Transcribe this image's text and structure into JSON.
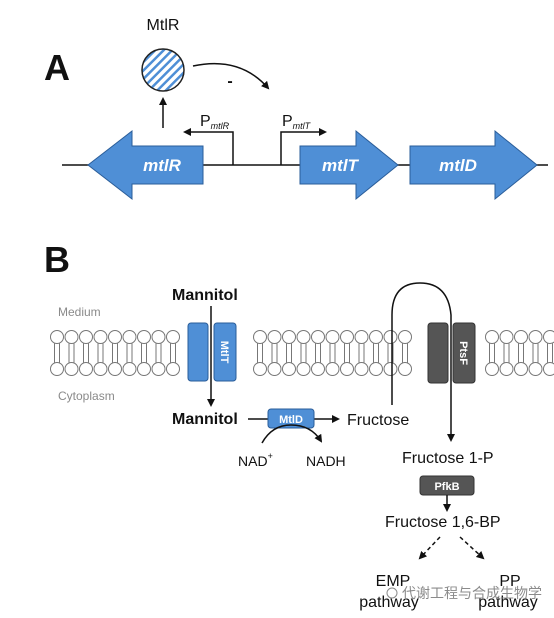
{
  "panel_a": {
    "label": "A",
    "regulator": "MtlR",
    "repression_sign": "-",
    "promoter_mtlR": {
      "base": "P",
      "sub": "mtlR"
    },
    "promoter_mtlT": {
      "base": "P",
      "sub": "mtlT"
    },
    "genes": [
      "mtlR",
      "mtlT",
      "mtlD"
    ]
  },
  "panel_b": {
    "label": "B",
    "medium": "Medium",
    "cytoplasm": "Cytoplasm",
    "mannitol_out": "Mannitol",
    "mannitol_in": "Mannitol",
    "mtlT": "MtlT",
    "ptsF": "PtsF",
    "mtlD": "MtlD",
    "fructose": "Fructose",
    "nad": "NAD",
    "nad_sup": "+",
    "nadh": "NADH",
    "fructose_1p": "Fructose 1-P",
    "pfkB": "PfkB",
    "fructose_16bp": "Fructose 1,6-BP",
    "emp": [
      "EMP",
      "pathway"
    ],
    "pp": [
      "PP",
      "pathway"
    ]
  },
  "watermark": "代谢工程与合成生物学",
  "colors": {
    "gene_blue": "#4f8fd6",
    "protein_dark": "#555555",
    "lipid_gray": "#9a9a9a"
  }
}
